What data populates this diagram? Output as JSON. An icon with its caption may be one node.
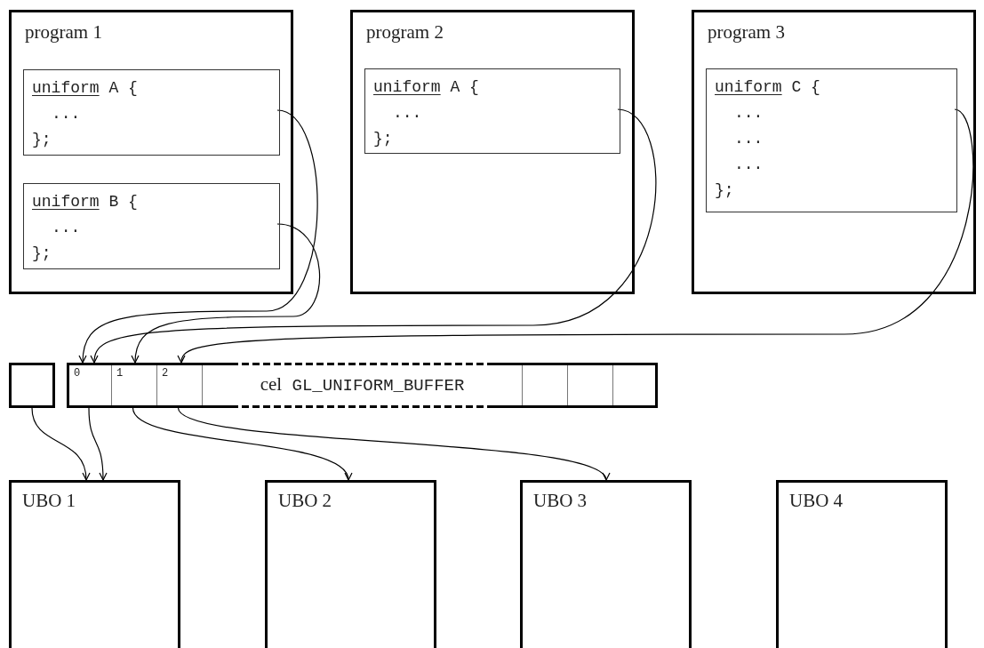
{
  "diagram": {
    "nodes": [
      {
        "text": [
          "program 1"
        ]
      },
      {
        "text": [
          "uniform A {",
          "...",
          "};"
        ],
        "in": 0
      },
      {
        "text": [
          "uniform B {",
          "...",
          "};"
        ],
        "in": 0
      },
      {
        "text": [
          "program 2"
        ]
      },
      {
        "text": [
          "uniform A {",
          "...",
          "};"
        ],
        "in": 3
      },
      {
        "text": [
          "program 3"
        ]
      },
      {
        "text": [
          "uniform C {",
          "...",
          "...",
          "...",
          "};"
        ],
        "in": 5
      },
      {
        "text": [],
        "shape": "box"
      },
      {
        "text": [
          "cel GL_UNIFORM_BUFFER"
        ]
      },
      {
        "text": [
          "0"
        ],
        "in": 8
      },
      {
        "text": [
          "1"
        ],
        "in": 8
      },
      {
        "text": [
          "2"
        ],
        "in": 8
      },
      {
        "text": [],
        "shape": "box",
        "in": 8
      },
      {
        "text": [],
        "shape": "box",
        "in": 8
      },
      {
        "text": [],
        "shape": "box",
        "in": 8
      },
      {
        "text": [
          "UBO 1"
        ]
      },
      {
        "text": [
          "UBO 2"
        ]
      },
      {
        "text": [
          "UBO 3"
        ]
      },
      {
        "text": [
          "UBO 4"
        ]
      }
    ],
    "edges": [
      {
        "from": 1,
        "to": 9,
        "arrow": "to"
      },
      {
        "from": 4,
        "to": 9,
        "arrow": "to"
      },
      {
        "from": 2,
        "to": 10,
        "arrow": "to"
      },
      {
        "from": 6,
        "to": 11,
        "arrow": "to"
      },
      {
        "from": 7,
        "to": 15,
        "arrow": "to"
      },
      {
        "from": 9,
        "to": 15,
        "arrow": "to"
      },
      {
        "from": 10,
        "to": 16,
        "arrow": "to"
      },
      {
        "from": 11,
        "to": 17,
        "arrow": "to"
      }
    ]
  }
}
